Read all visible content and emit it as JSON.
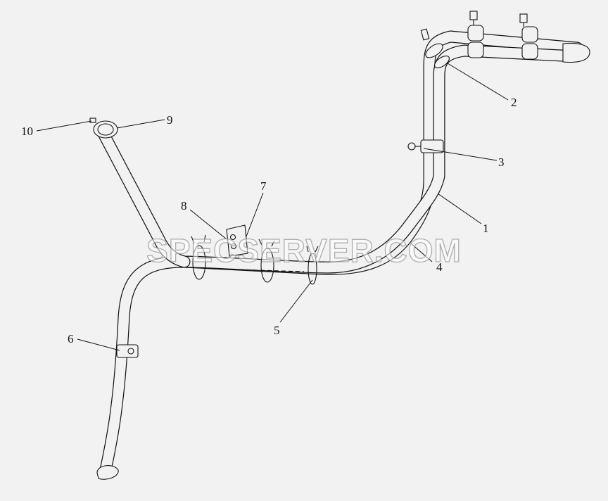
{
  "diagram": {
    "callouts": [
      {
        "id": "callout-1",
        "label": "1"
      },
      {
        "id": "callout-2",
        "label": "2"
      },
      {
        "id": "callout-3",
        "label": "3"
      },
      {
        "id": "callout-4",
        "label": "4"
      },
      {
        "id": "callout-5",
        "label": "5"
      },
      {
        "id": "callout-6",
        "label": "6"
      },
      {
        "id": "callout-7",
        "label": "7"
      },
      {
        "id": "callout-8",
        "label": "8"
      },
      {
        "id": "callout-9",
        "label": "9"
      },
      {
        "id": "callout-10",
        "label": "10"
      }
    ],
    "watermark": "SPECSERVER.COM",
    "colors": {
      "line": "#111111",
      "background": "#f2f2f2"
    }
  }
}
